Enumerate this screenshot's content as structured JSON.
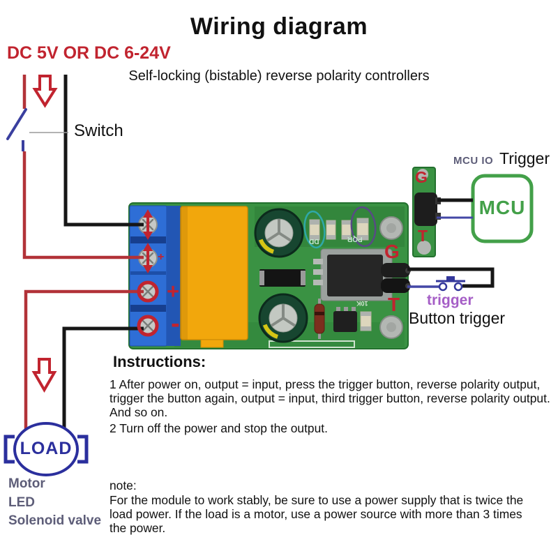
{
  "title": "Wiring diagram",
  "subtitle": "Self-locking (bistable) reverse polarity controllers",
  "power": {
    "label": "DC 5V OR DC 6-24V"
  },
  "switch": {
    "label": "Switch"
  },
  "module": {
    "terminals": {
      "plus_small": "+",
      "plus": "+",
      "minus": "-"
    },
    "silkscreen": {
      "left": "DD",
      "right": "PQR",
      "resistor": "10K"
    },
    "pins": {
      "g": "G",
      "t": "T"
    }
  },
  "mcu": {
    "io_label": "MCU IO",
    "trigger_label": "Trigger",
    "chip_label": "MCU",
    "header": {
      "g": "G",
      "t": "T"
    }
  },
  "button_trigger": {
    "label": "trigger",
    "caption": "Button trigger"
  },
  "load": {
    "label": "LOAD",
    "examples": [
      "Motor",
      "LED",
      "Solenoid valve"
    ]
  },
  "instructions": {
    "heading": "Instructions:",
    "step1": "1 After power on, output = input, press the trigger button, reverse polarity output, trigger the button again, output = input, third trigger button, reverse polarity output. And so on.",
    "step2": "2 Turn off the power and stop the output."
  },
  "note": {
    "heading": "note:",
    "body": "For the module to work stably, be sure to use a power supply that is twice the load power. If the load is a motor, use a power source with more than 3 times the power."
  },
  "colors": {
    "accent-red": "#c1242f",
    "wire-red": "#b23238",
    "wire-black": "#161616",
    "wire-blue": "#4347a6",
    "switch-blue": "#3a3f9f",
    "load-blue": "#2b2f9d",
    "label-slate": "#5d5d78",
    "trigger-purple": "#a55ec6",
    "mcu-green": "#43a049",
    "pcb-green": "#3a9243",
    "relay-orange": "#f2a70c",
    "terminal-blue": "#2e6ed6"
  }
}
